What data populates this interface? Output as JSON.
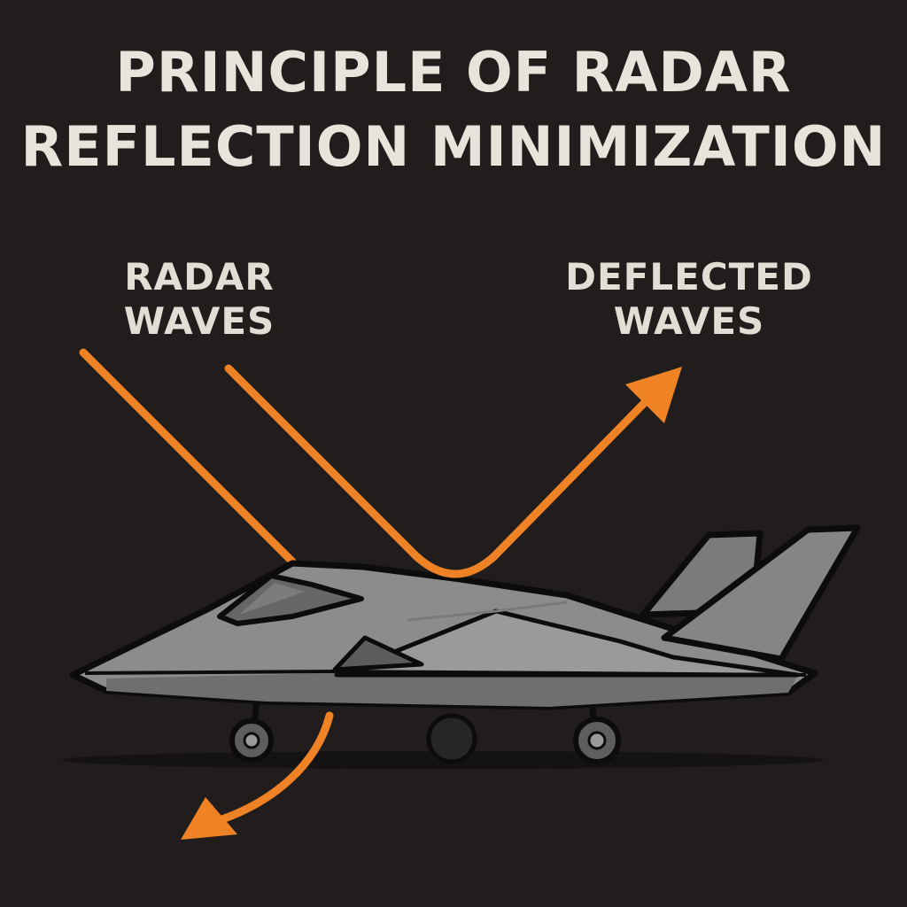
{
  "title": {
    "line1": "PRINCIPLE OF RADAR",
    "line2": "REFLECTION MINIMIZATION"
  },
  "labels": {
    "radar_line1": "RADAR",
    "radar_line2": "WAVES",
    "deflected_line1": "DEFLECTED",
    "deflected_line2": "WAVES"
  },
  "colors": {
    "background": "#201d1c",
    "wave": "#ee8224",
    "aircraft": "#8c8c8c",
    "outline": "#0c0c0c",
    "text": "#e8e4dc"
  },
  "icons": {
    "aircraft": "stealth-fighter-icon"
  }
}
